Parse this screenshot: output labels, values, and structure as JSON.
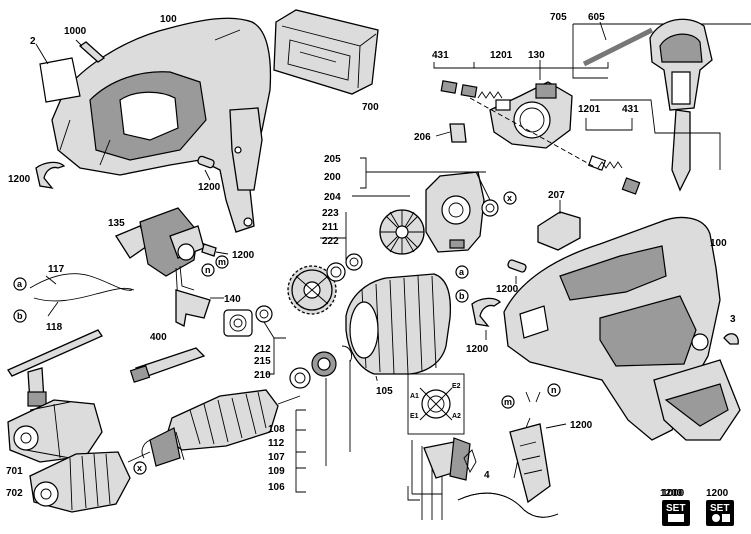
{
  "diagram": {
    "part_labels": {
      "p2": "2",
      "p1000": "1000",
      "p100_top": "100",
      "p1200_left": "1200",
      "p1200_mid": "1200",
      "p700": "700",
      "p705": "705",
      "p605": "605",
      "p431_left": "431",
      "p1201_top": "1201",
      "p130": "130",
      "p1201_right": "1201",
      "p431_right": "431",
      "p206": "206",
      "p205": "205",
      "p200": "200",
      "p204": "204",
      "p207": "207",
      "p223": "223",
      "p211": "211",
      "p222": "222",
      "p135": "135",
      "p1200_135": "1200",
      "p117": "117",
      "p118": "118",
      "p140": "140",
      "p400": "400",
      "p212": "212",
      "p215": "215",
      "p210": "210",
      "p105": "105",
      "p100_right": "100",
      "p1200_body": "1200",
      "p1200_handle": "1200",
      "p1200_side": "1200",
      "p3": "3",
      "p108": "108",
      "p112": "112",
      "p107": "107",
      "p109": "109",
      "p106": "106",
      "p701": "701",
      "p702": "702",
      "p4": "4",
      "p1200_plug": "1200"
    },
    "connectors": {
      "a_left": "a",
      "b_left": "b",
      "a_mid": "a",
      "b_mid": "b",
      "x_top": "x",
      "x_armature": "x",
      "m_top": "m",
      "n_top": "n",
      "m_bottom": "m",
      "n_bottom": "n"
    },
    "schematic_labels": {
      "a1": "A1",
      "a2": "A2",
      "e1": "E1",
      "e2": "E2"
    },
    "set_badges": [
      {
        "number": "1000",
        "text": "SET"
      },
      {
        "number": "1200",
        "text": "SET"
      }
    ]
  }
}
